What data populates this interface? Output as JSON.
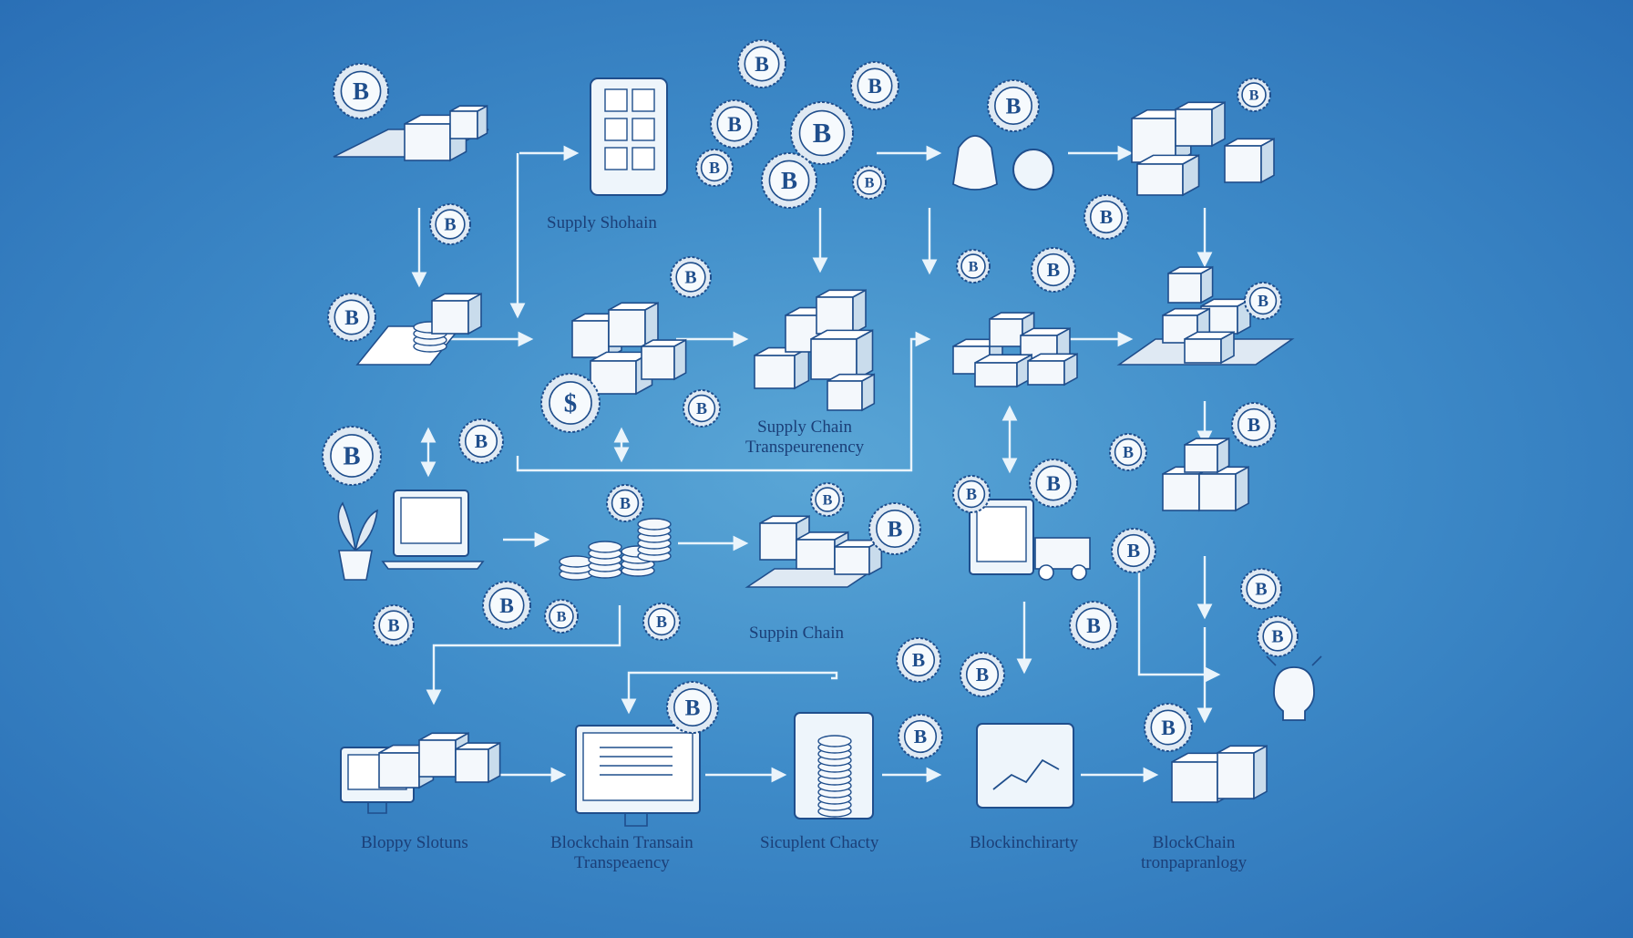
{
  "coin_symbol": "B",
  "dollar_symbol": "$",
  "colors": {
    "line": "#eaf4fb",
    "ink": "#1f4e8c",
    "fill": "#f4f8fc",
    "shade": "#c9dcec",
    "label": "#1b3f78"
  },
  "labels": {
    "top_center": "Supply Shohain",
    "mid_center_1": "Supply Chain",
    "mid_center_2": "Transpeurenency",
    "lower_center": "Suppin Chain",
    "bottom_1": "Bloppy Slotuns",
    "bottom_2a": "Blockchain Transain",
    "bottom_2b": "Transpeaency",
    "bottom_3": "Sicuplent Chacty",
    "bottom_4": "Blockinchirarty",
    "bottom_5a": "BlockChain",
    "bottom_5b": "tronpapranlogy"
  },
  "icons": [
    "pallet-boxes-icon",
    "tablet-icon",
    "coin-cluster-icon",
    "wrench-bag-icon",
    "box-stack-icon",
    "document-coins-icon",
    "box-cart-icon",
    "box-pile-icon",
    "box-group-icon",
    "pallet-pile-icon",
    "laptop-icon",
    "coin-piles-icon",
    "pallet-goods-icon",
    "truck-screen-icon",
    "box-dolly-icon",
    "plant-icon",
    "monitor-boxes-icon",
    "monitor-doc-icon",
    "coin-tower-icon",
    "chart-tablet-icon",
    "box-crate-icon",
    "lightbulb-icon"
  ]
}
